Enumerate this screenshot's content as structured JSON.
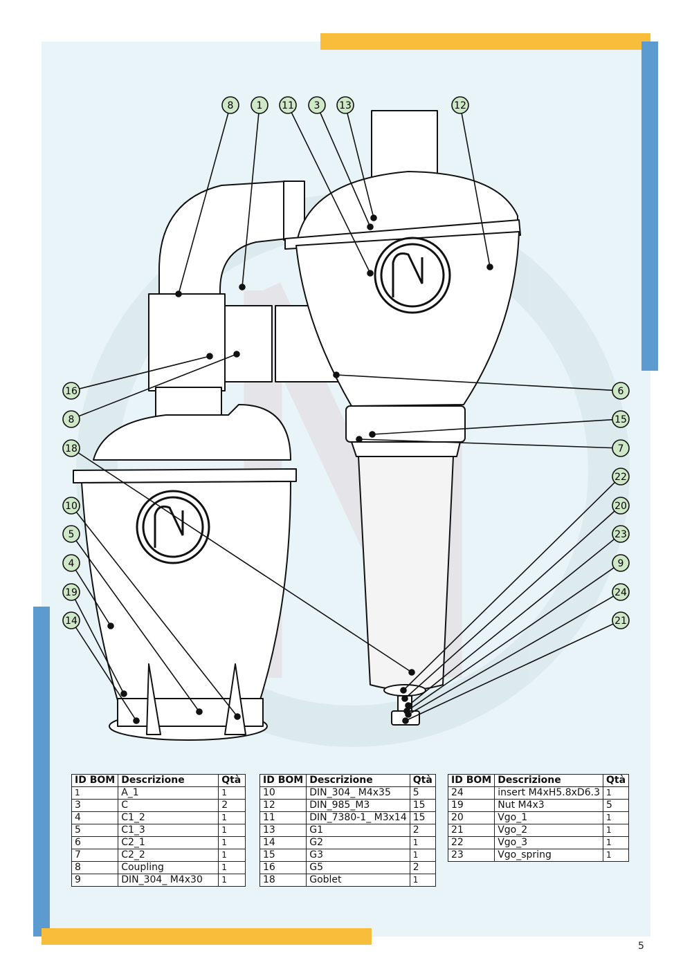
{
  "page_number": "5",
  "callouts_left": [
    "16",
    "8",
    "18",
    "10",
    "5",
    "4",
    "19",
    "14"
  ],
  "callouts_right": [
    "6",
    "15",
    "7",
    "22",
    "20",
    "23",
    "9",
    "24",
    "21"
  ],
  "callouts_top": [
    "8",
    "1",
    "11",
    "3",
    "13",
    "12"
  ],
  "colors": {
    "panel": "#e8f4f7",
    "accent_yellow": "#f8bd3a",
    "accent_blue": "#5b9bd0",
    "callout_fill": "#cfe8c8"
  },
  "tables": [
    {
      "headers": [
        "ID BOM",
        "Descrizione",
        "Qtà"
      ],
      "rows": [
        [
          "1",
          "A_1",
          "1"
        ],
        [
          "3",
          "C",
          "2"
        ],
        [
          "4",
          "C1_2",
          "1"
        ],
        [
          "5",
          "C1_3",
          "1"
        ],
        [
          "6",
          "C2_1",
          "1"
        ],
        [
          "7",
          "C2_2",
          "1"
        ],
        [
          "8",
          "Coupling",
          "1"
        ],
        [
          "9",
          "DIN_304_ M4x30",
          "1"
        ]
      ]
    },
    {
      "headers": [
        "ID BOM",
        "Descrizione",
        "Qtà"
      ],
      "rows": [
        [
          "10",
          "DIN_304_ M4x35",
          "5"
        ],
        [
          "12",
          "DIN_985_M3",
          "15"
        ],
        [
          "11",
          "DIN_7380-1_ M3x14",
          "15"
        ],
        [
          "13",
          "G1",
          "2"
        ],
        [
          "14",
          "G2",
          "1"
        ],
        [
          "15",
          "G3",
          "1"
        ],
        [
          "16",
          "G5",
          "2"
        ],
        [
          "18",
          "Goblet",
          "1"
        ]
      ]
    },
    {
      "headers": [
        "ID BOM",
        "Descrizione",
        "Qtà"
      ],
      "rows": [
        [
          "24",
          "insert M4xH5.8xD6.3",
          "1"
        ],
        [
          "19",
          "Nut M4x3",
          "5"
        ],
        [
          "20",
          "Vgo_1",
          "1"
        ],
        [
          "21",
          "Vgo_2",
          "1"
        ],
        [
          "22",
          "Vgo_3",
          "1"
        ],
        [
          "23",
          "Vgo_spring",
          "1"
        ]
      ]
    }
  ]
}
